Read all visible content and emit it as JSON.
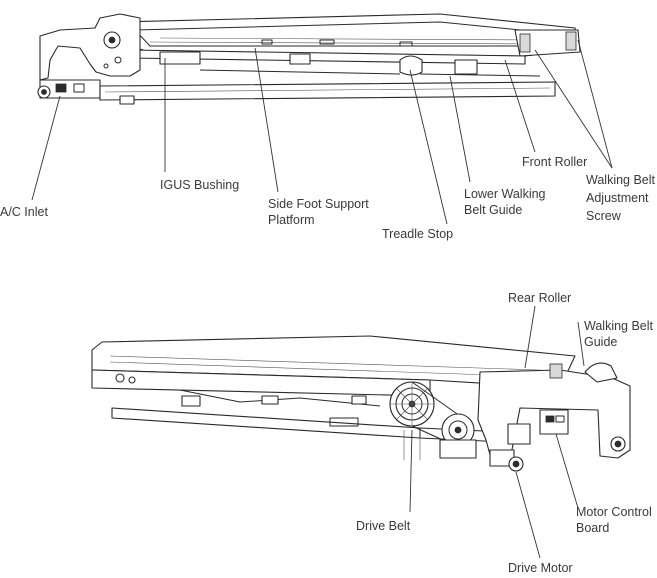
{
  "top_view": {
    "labels": {
      "ac_inlet": "A/C Inlet",
      "igus_bushing": "IGUS Bushing",
      "side_foot_support_line1": "Side Foot Support",
      "side_foot_support_line2": "Platform",
      "treadle_stop": "Treadle Stop",
      "lower_walking_belt_guide_line1": "Lower Walking",
      "lower_walking_belt_guide_line2": "Belt Guide",
      "front_roller": "Front Roller",
      "walking_belt_adjustment_line1": "Walking Belt",
      "walking_belt_adjustment_line2": "Adjustment",
      "walking_belt_adjustment_line3": "Screw"
    }
  },
  "bottom_view": {
    "labels": {
      "rear_roller": "Rear Roller",
      "walking_belt_guide_line1": "Walking Belt",
      "walking_belt_guide_line2": "Guide",
      "drive_belt": "Drive Belt",
      "motor_control_board_line1": "Motor Control",
      "motor_control_board_line2": "Board",
      "drive_motor": "Drive Motor"
    }
  }
}
